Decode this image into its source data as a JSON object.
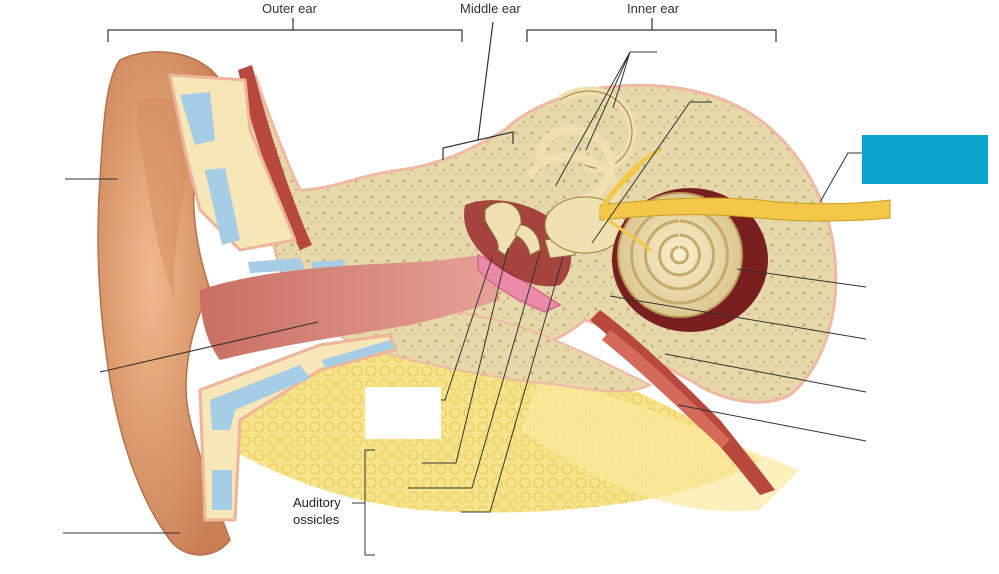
{
  "regions": {
    "outer": "Outer ear",
    "middle": "Middle ear",
    "inner": "Inner ear"
  },
  "ossicles_label": {
    "line1": "Auditory",
    "line2": "ossicles"
  },
  "colors": {
    "skin": "#e2a073",
    "skin_dark": "#c9805a",
    "bone": "#e4d6a8",
    "bone_spot": "#c8b57a",
    "fat": "#f5e27a",
    "canal": "#d98a80",
    "muscle": "#b8483d",
    "cartilage": "#9fc7e0",
    "eardrum": "#ea8aa8",
    "labyrinth": "#f0dfb0",
    "nerve": "#f3c84a",
    "answer_box": "#0aa3cc",
    "leader": "#333333"
  }
}
